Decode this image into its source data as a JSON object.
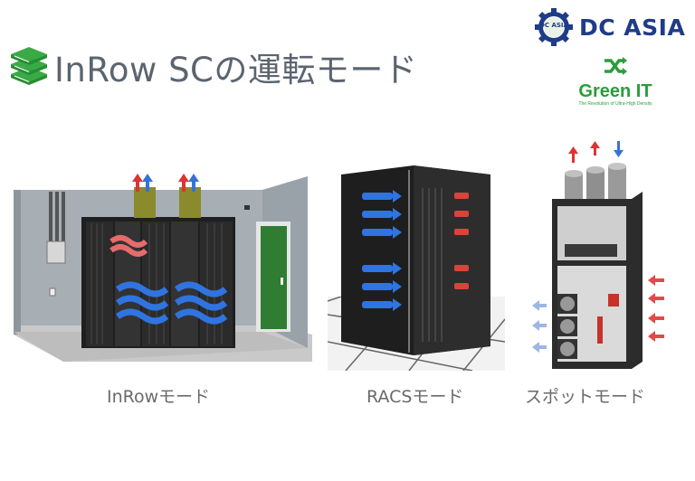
{
  "slide": {
    "title": "InRow SCの運転モード",
    "title_icon": "stack-icon",
    "accent_color": "#3aaa47"
  },
  "logos": {
    "dc_asia": {
      "text": "DC ASIA",
      "badge_text": "DC ASIA",
      "color": "#1f3c88"
    },
    "green_it": {
      "text": "Green IT",
      "tagline": "The Revolution of Ultra-High Density",
      "color": "#2a9d3a"
    }
  },
  "modes": [
    {
      "caption": "InRowモード"
    },
    {
      "caption": "RACSモード"
    },
    {
      "caption": "スポットモード"
    }
  ]
}
